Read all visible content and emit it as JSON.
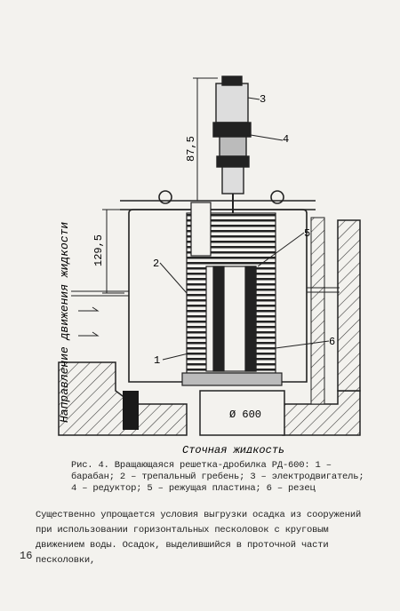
{
  "figure": {
    "part_labels": [
      "1",
      "2",
      "3",
      "4",
      "5",
      "6"
    ],
    "dim_motor": "87,5",
    "dim_top": "129,5",
    "side_label": "Направление движения жидкости",
    "bottom_label": "Сточная жидкость",
    "diameter_label": "Ø 600"
  },
  "caption": "Рис. 4. Вращающаяся решетка-дробилка РД-600: 1 – барабан; 2 – трепальный гребень; 3 – электродвигатель; 4 – редуктор; 5 – режущая пластина; 6 – резец",
  "body_text": "Существенно упрощается условия выгрузки осадка из сооружений при использовании горизонтальных песколовок с круговым движением воды. Осадок, выделившийся в проточной части песколовки,",
  "page_number": "16"
}
